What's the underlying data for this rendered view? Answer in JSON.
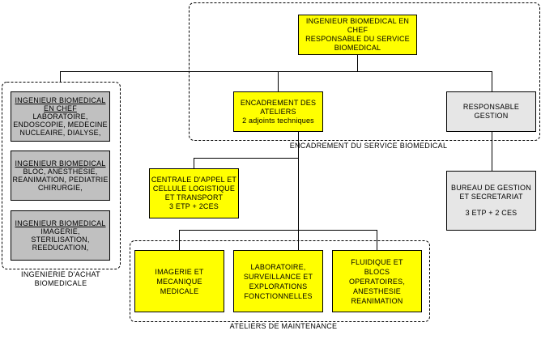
{
  "chief": {
    "lines": [
      "INGENIEUR BIOMEDICAL EN CHEF",
      "RESPONSABLE DU SERVICE",
      "BIOMEDICAL"
    ]
  },
  "encadrement_ateliers": {
    "lines": [
      "ENCADREMENT DES",
      "ATELIERS",
      "2 adjoints techniques"
    ]
  },
  "responsable_gestion": {
    "lines": [
      "RESPONSABLE",
      "GESTION"
    ]
  },
  "bureau_gestion": {
    "lines": [
      "BUREAU DE GESTION",
      "ET SECRETARIAT",
      "3 ETP + 2 CES"
    ]
  },
  "centrale": {
    "lines": [
      "CENTRALE D'APPEL ET",
      "CELLULE LOGISTIQUE",
      "ET TRANSPORT",
      "3 ETP + 2CES"
    ]
  },
  "ateliers": [
    {
      "lines": [
        "IMAGERIE ET",
        "MECANIQUE",
        "MEDICALE"
      ]
    },
    {
      "lines": [
        "LABORATOIRE,",
        "SURVEILLANCE ET",
        "EXPLORATIONS",
        "FONCTIONNELLES"
      ]
    },
    {
      "lines": [
        "FLUIDIQUE ET",
        "BLOCS",
        "OPERATOIRES,",
        "ANESTHESIE",
        "REANIMATION"
      ]
    }
  ],
  "ingenieurs": [
    {
      "title": "INGENIEUR BIOMEDICAL",
      "title2": "EN CHEF",
      "lines": [
        "LABORATOIRE,",
        "ENDOSCOPIE, MEDECINE",
        "NUCLEAIRE, DIALYSE,"
      ]
    },
    {
      "title": "INGENIEUR BIOMEDICAL",
      "lines": [
        "BLOC, ANESTHESIE,",
        "REANIMATION, PEDIATRIE",
        "CHIRURGIE,"
      ]
    },
    {
      "title": "INGENIEUR BIOMEDICAL",
      "lines": [
        "IMAGERIE, STERILISATION,",
        "REEDUCATION,"
      ]
    }
  ],
  "groups": {
    "encadrement": "ENCADREMENT DU SERVICE BIOMEDICAL",
    "ateliers": "ATELIERS DE MAINTENANCE",
    "ingenierie_1": "INGENIERIE D'ACHAT",
    "ingenierie_2": "BIOMEDICALE"
  },
  "colors": {
    "yellow": "#ffff00",
    "gray": "#c0c0c0",
    "light_gray": "#e6e6e6"
  }
}
